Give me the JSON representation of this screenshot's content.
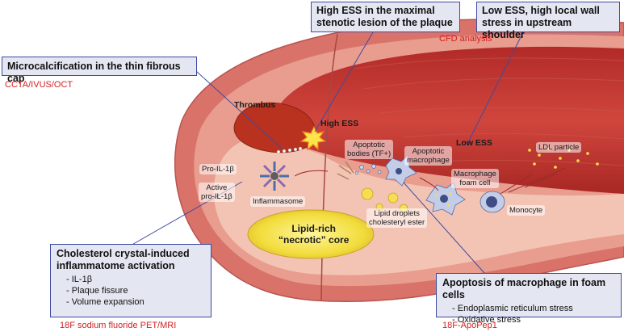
{
  "callouts": {
    "high_ess": {
      "line1": "High ESS in the maximal",
      "line2": "stenotic lesion of the plaque"
    },
    "low_ess": {
      "line1": "Low ESS, high local wall",
      "line2": "stress in upstream shoulder"
    },
    "microcalc": {
      "text": "Microcalcification in the thin fibrous cap"
    },
    "cholesterol": {
      "line1": "Cholesterol crystal-induced",
      "line2": "inflammatome activation",
      "bullets": [
        "IL-1β",
        "Plaque fissure",
        "Volume expansion"
      ]
    },
    "apoptosis": {
      "title": "Apoptosis of macrophage in foam cells",
      "bullets": [
        "Endoplasmic reticulum stress",
        "Oxidative stress"
      ]
    }
  },
  "modalities": {
    "cfd": "CFD analysis",
    "ccta": "CCTA/IVUS/OCT",
    "pet_mri": "18F sodium fluoride PET/MRI",
    "apopep": "18F-ApoPep1"
  },
  "labels": {
    "thrombus": "Thrombus",
    "high_ess": "High ESS",
    "low_ess": "Low ESS",
    "pro_il": "Pro-IL-1β",
    "active1": "Active",
    "active2": "pro-IL-1β",
    "inflammasome": "Inflammasome",
    "apoptotic_bodies1": "Apoptotic",
    "apoptotic_bodies2": "bodies (TF+)",
    "apoptotic_mac1": "Apoptotic",
    "apoptotic_mac2": "macrophage",
    "foam1": "Macrophage",
    "foam2": "foam cell",
    "ldl": "LDL particle",
    "monocyte": "Monocyte",
    "lipid_droplets1": "Lipid droplets",
    "lipid_droplets2": "cholesteryl ester",
    "core1": "Lipid-rich",
    "core2": "“necrotic” core"
  },
  "colors": {
    "vessel_outer": "#d9736a",
    "vessel_wall": "#e89d8f",
    "lumen": "#c23530",
    "plaque": "#f3c4b3",
    "core": "#f1dd3c",
    "callout_bg": "#e4e6f1",
    "callout_border": "#3f4aa0",
    "modality_text": "#d42020"
  }
}
